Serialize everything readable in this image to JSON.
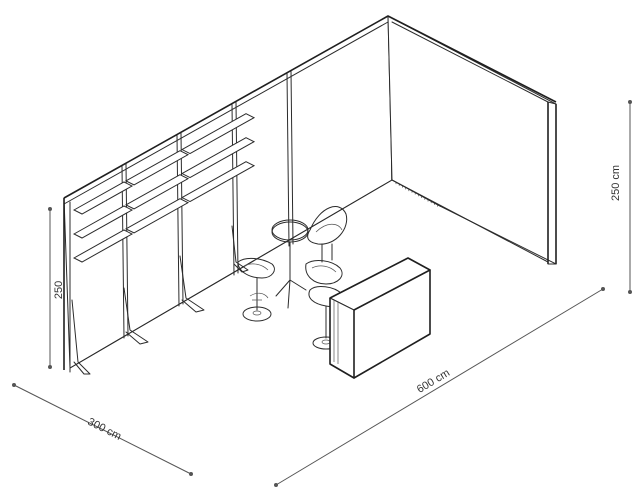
{
  "dimensions": {
    "height_right": "250 cm",
    "height_left": "250",
    "length": "600 cm",
    "depth": "300 cm"
  },
  "colors": {
    "line": "#2b2b2b",
    "dimension_line": "#555555",
    "background": "#ffffff"
  }
}
